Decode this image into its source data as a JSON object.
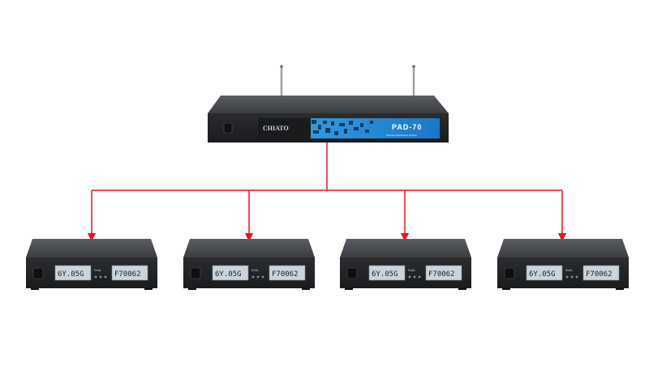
{
  "diagram": {
    "transmitter": {
      "brand": "CHIATO",
      "model": "PAD-70",
      "subtitle": "Wireless Distribution System"
    },
    "receivers": [
      {
        "display_left": "6Y.05G",
        "display_right": "F70062",
        "center_label": "DUAL"
      },
      {
        "display_left": "6Y.05G",
        "display_right": "F70062",
        "center_label": "DUAL"
      },
      {
        "display_left": "6Y.05G",
        "display_right": "F70062",
        "center_label": "DUAL"
      },
      {
        "display_left": "6Y.05G",
        "display_right": "F70062",
        "center_label": "DUAL"
      }
    ],
    "colors": {
      "connector": "#e8141b",
      "device_body": "#2e3033",
      "device_top": "#4a4d52",
      "panel_accent": "#1e88d6",
      "lcd": "#c9d4dc"
    }
  }
}
